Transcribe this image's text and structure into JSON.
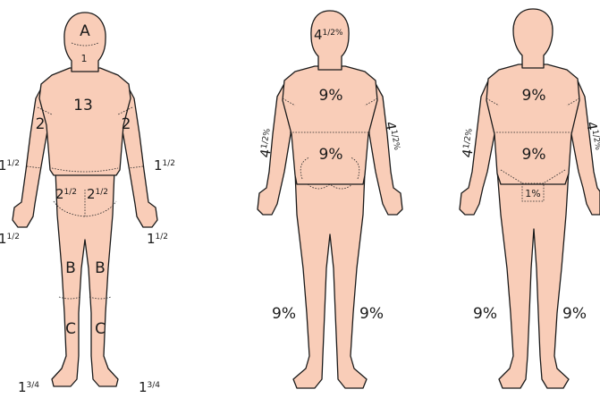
{
  "figure_left": {
    "head": "A",
    "neck": "1",
    "trunk_back": "13",
    "upper_arm_left": "2",
    "upper_arm_right": "2",
    "forearm_left": {
      "whole": "1",
      "frac": "1/2"
    },
    "forearm_right": {
      "whole": "1",
      "frac": "1/2"
    },
    "buttock_left": {
      "whole": "2",
      "frac": "1/2"
    },
    "buttock_right": {
      "whole": "2",
      "frac": "1/2"
    },
    "hand_left": {
      "whole": "1",
      "frac": "1/2"
    },
    "hand_right": {
      "whole": "1",
      "frac": "1/2"
    },
    "thigh_left": "B",
    "thigh_right": "B",
    "leg_left": "C",
    "leg_right": "C",
    "foot_left": {
      "whole": "1",
      "frac": "3/4"
    },
    "foot_right": {
      "whole": "1",
      "frac": "3/4"
    }
  },
  "figure_middle": {
    "head": {
      "whole": "4",
      "frac": "1/2%"
    },
    "upper_back": "9%",
    "lower_back": "9%",
    "arm_left": {
      "whole": "4",
      "frac": "1/2%"
    },
    "arm_right": {
      "whole": "4",
      "frac": "1/2%"
    },
    "leg_left": "9%",
    "leg_right": "9%"
  },
  "figure_right": {
    "chest": "9%",
    "abdomen": "9%",
    "genitals": "1%",
    "arm_left": {
      "whole": "4",
      "frac": "1/2%"
    },
    "arm_right": {
      "whole": "4",
      "frac": "1/2%"
    },
    "leg_left": "9%",
    "leg_right": "9%"
  }
}
